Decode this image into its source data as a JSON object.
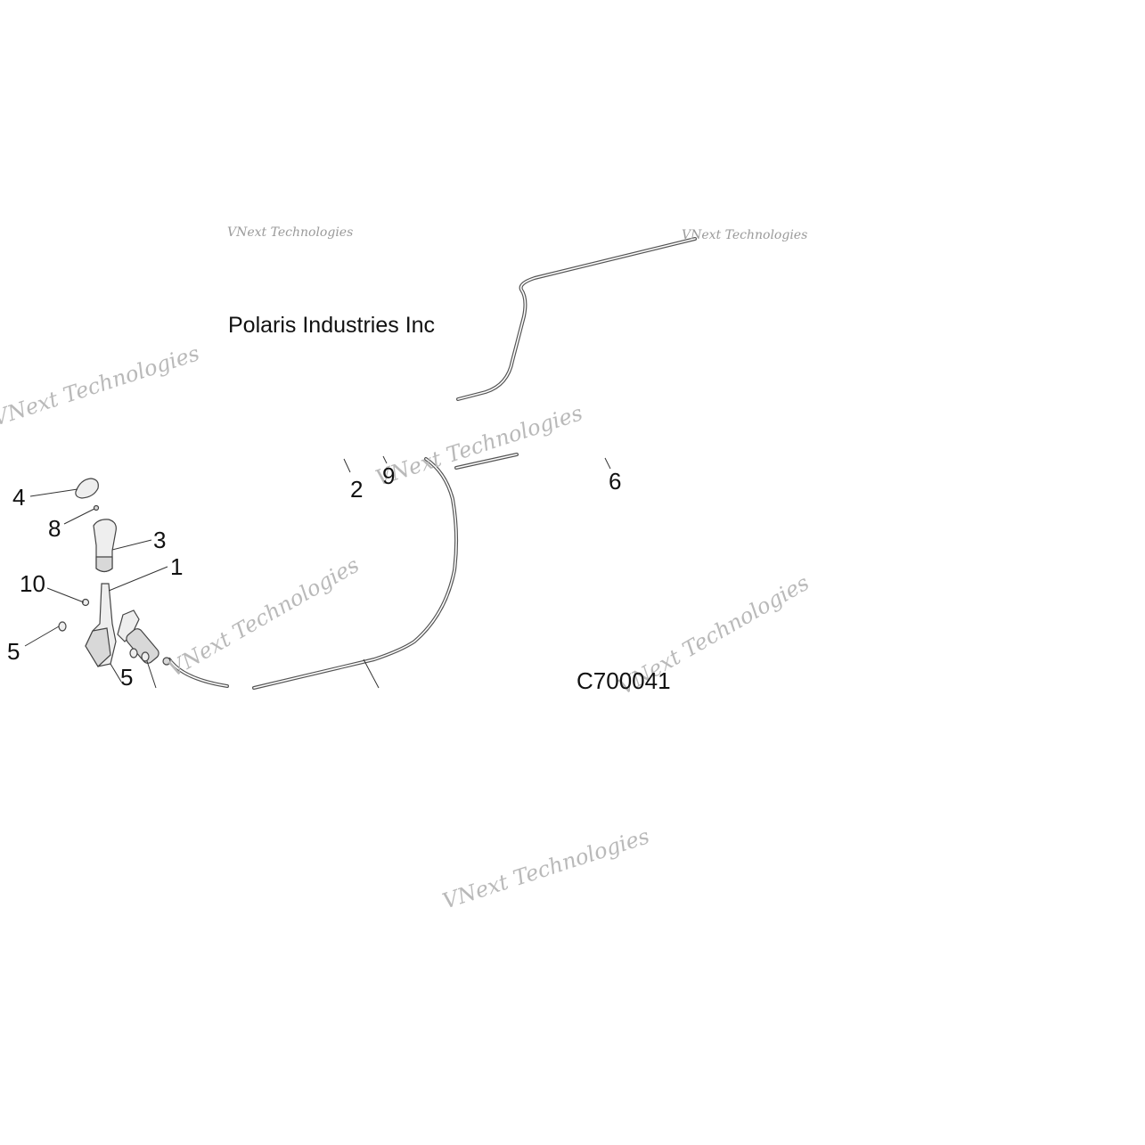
{
  "diagram": {
    "copyright": "Polaris Industries Inc",
    "figure_code": "C700041",
    "watermark_text": "VNext Technologies",
    "callouts": [
      {
        "id": "callout-1",
        "label": "1"
      },
      {
        "id": "callout-2",
        "label": "2"
      },
      {
        "id": "callout-3",
        "label": "3"
      },
      {
        "id": "callout-4",
        "label": "4"
      },
      {
        "id": "callout-5a",
        "label": "5"
      },
      {
        "id": "callout-5b",
        "label": "5"
      },
      {
        "id": "callout-6",
        "label": "6"
      },
      {
        "id": "callout-8",
        "label": "8"
      },
      {
        "id": "callout-9",
        "label": "9"
      },
      {
        "id": "callout-10",
        "label": "10"
      }
    ]
  }
}
